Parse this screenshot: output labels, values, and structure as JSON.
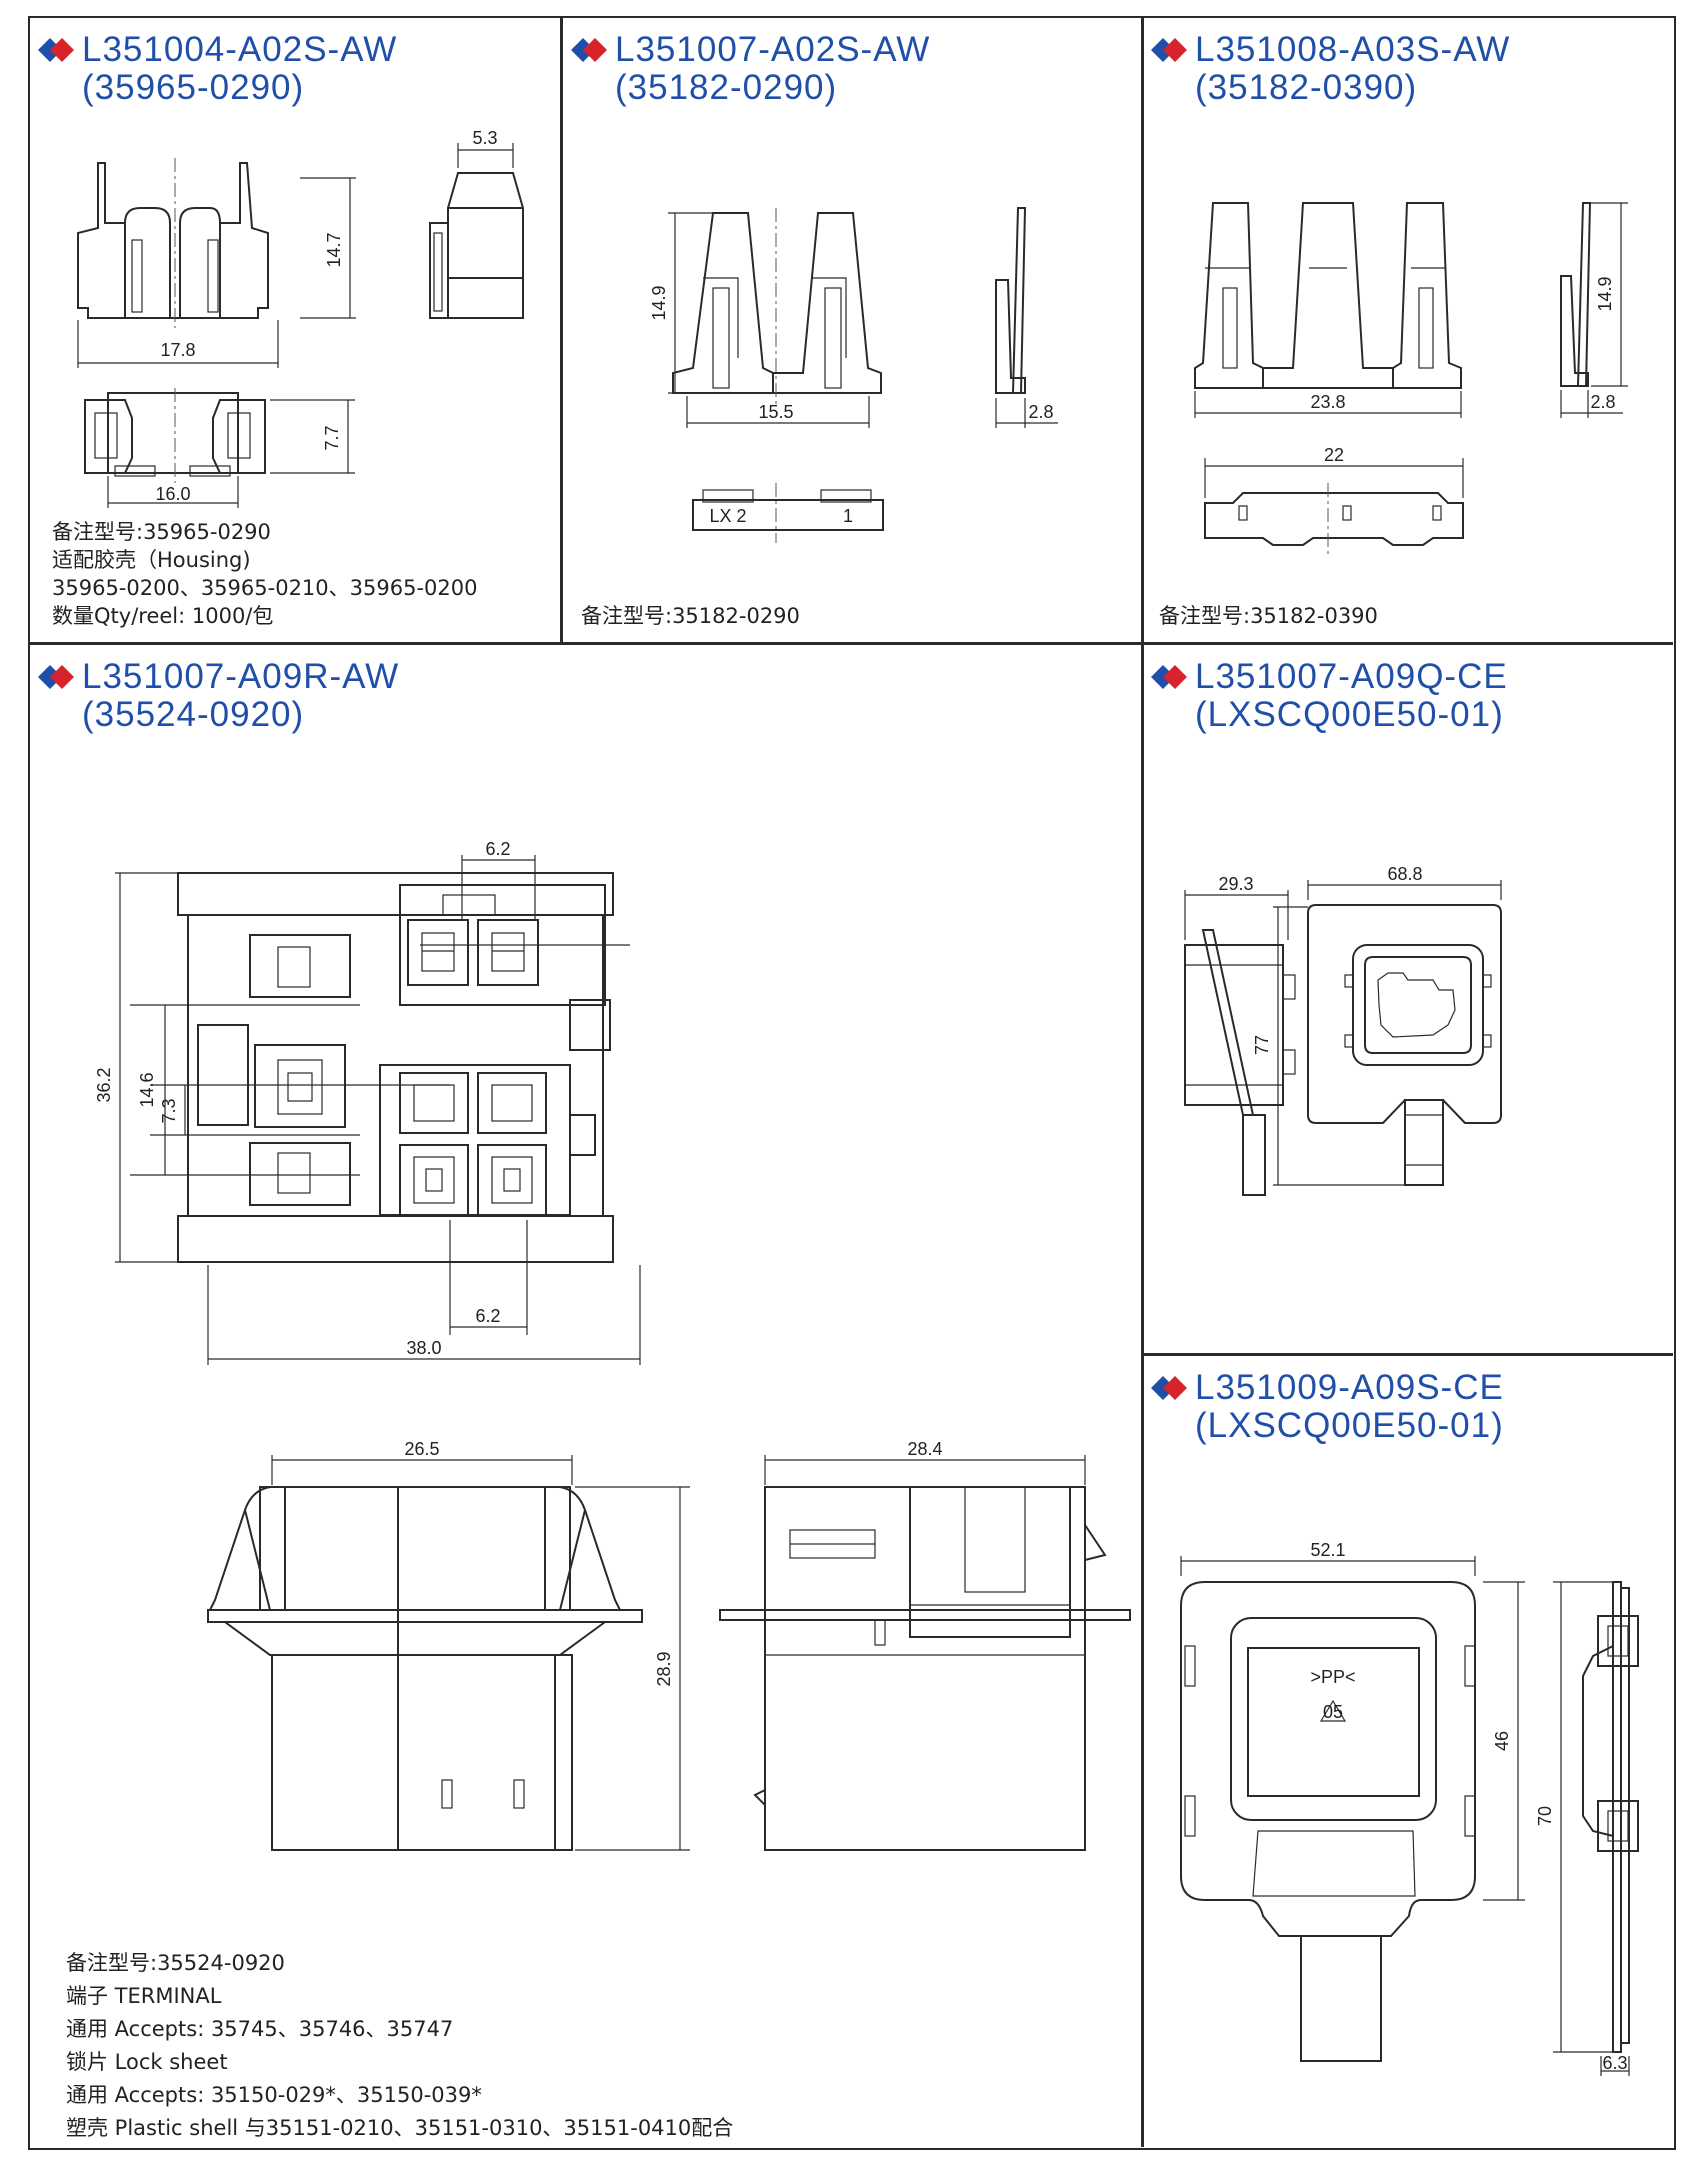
{
  "brand": {
    "diamond_left": "#1f4fa8",
    "diamond_right": "#d8232a",
    "title_color": "#1f4fa8"
  },
  "cells": {
    "c1": {
      "pn": "L351004-A02S-AW",
      "alt": "(35965-0290)",
      "dims": {
        "top_w": "5.3",
        "h": "14.7",
        "w": "17.8",
        "bot_h": "7.7",
        "bot_w": "16.0"
      },
      "notes": [
        "备注型号:35965-0290",
        "适配胶壳（Housing)",
        "35965-0200、35965-0210、35965-0200",
        "数量Qty/reel:  1000/包"
      ]
    },
    "c2": {
      "pn": "L351007-A02S-AW",
      "alt": "(35182-0290)",
      "dims": {
        "h": "14.9",
        "w": "15.5",
        "side_w": "2.8",
        "lbl_a": "LX 2",
        "lbl_b": "1"
      },
      "notes": [
        "备注型号:35182-0290"
      ]
    },
    "c3": {
      "pn": "L351008-A03S-AW",
      "alt": "(35182-0390)",
      "dims": {
        "w": "23.8",
        "h": "14.9",
        "side_w": "2.8",
        "bot_w": "22"
      },
      "notes": [
        "备注型号:35182-0390"
      ]
    },
    "c4": {
      "pn": "L351007-A09R-AW",
      "alt": "(35524-0920)",
      "dims": {
        "top_pitch": "6.2",
        "bot_pitch": "6.2",
        "h": "36.2",
        "mid": "14.6",
        "pitch": "7.3",
        "w": "38.0",
        "front_w": "26.5",
        "side_w": "28.4",
        "front_h": "28.9"
      },
      "notes": [
        "备注型号:35524-0920",
        "端子 TERMINAL",
        "通用 Accepts:  35745、35746、35747",
        "锁片 Lock sheet",
        "通用 Accepts:  35150-029*、35150-039*",
        "塑壳 Plastic shell 与35151-0210、35151-0310、35151-0410配合"
      ]
    },
    "c5": {
      "pn": "L351007-A09Q-CE",
      "alt": "(LXSCQ00E50-01)",
      "dims": {
        "side_w": "29.3",
        "front_w": "68.8",
        "h": "77"
      }
    },
    "c6": {
      "pn": "L351009-A09S-CE",
      "alt": "(LXSCQ00E50-01)",
      "dims": {
        "w": "52.1",
        "inner_h": "46",
        "h": "70",
        "side_w": "6.3",
        "mark": ">PP<",
        "recycle": "05"
      }
    }
  }
}
